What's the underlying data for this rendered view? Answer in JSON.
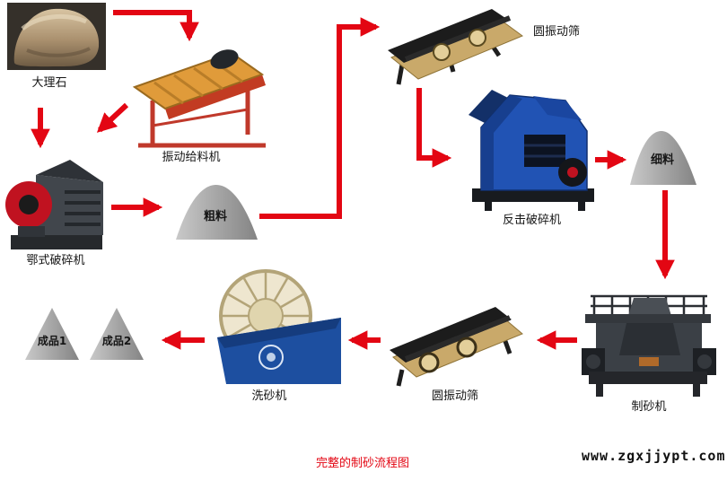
{
  "meta": {
    "title": "完整的制砂流程图",
    "website": "www.zgxjjypt.com"
  },
  "nodes": {
    "marble": "大理石",
    "feeder": "振动给料机",
    "jaw_crusher": "鄂式破碎机",
    "coarse": "粗料",
    "screen_top": "圆振动筛",
    "impact_crusher": "反击破碎机",
    "fine": "细料",
    "sand_maker": "制砂机",
    "screen_bottom": "圆振动筛",
    "washer": "洗砂机",
    "product1": "成品1",
    "product2": "成品2"
  },
  "colors": {
    "arrow": "#e30613",
    "title": "#e30613",
    "cone_gray": "#a6a6a6"
  }
}
